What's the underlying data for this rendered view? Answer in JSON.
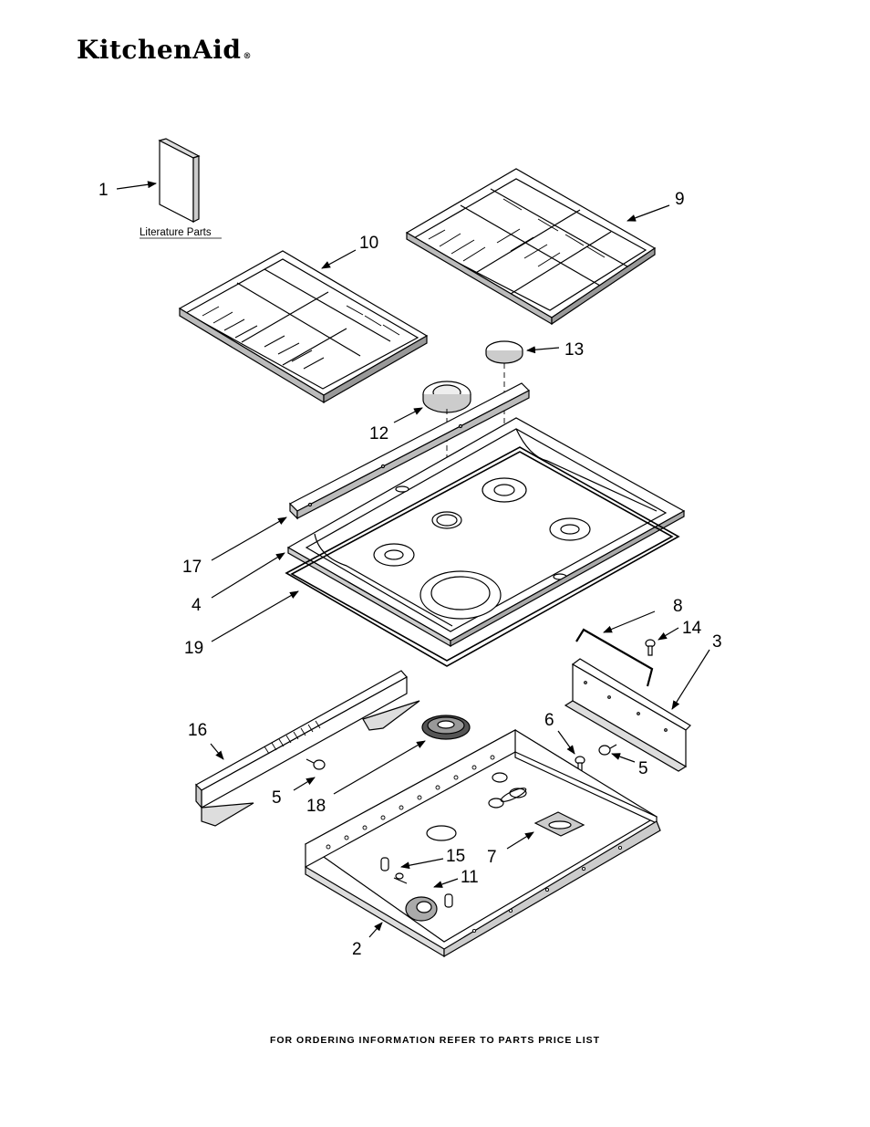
{
  "brand": {
    "logo_text": "KitchenAid",
    "registered_mark": "®"
  },
  "callouts": {
    "c1": "1",
    "c2": "2",
    "c3": "3",
    "c4": "4",
    "c5a": "5",
    "c5b": "5",
    "c6": "6",
    "c7": "7",
    "c8": "8",
    "c9": "9",
    "c10": "10",
    "c11": "11",
    "c12": "12",
    "c13": "13",
    "c14": "14",
    "c15": "15",
    "c16": "16",
    "c17": "17",
    "c18": "18",
    "c19": "19"
  },
  "literature_label": "Literature Parts",
  "footer_text": "FOR ORDERING INFORMATION REFER TO PARTS PRICE LIST"
}
